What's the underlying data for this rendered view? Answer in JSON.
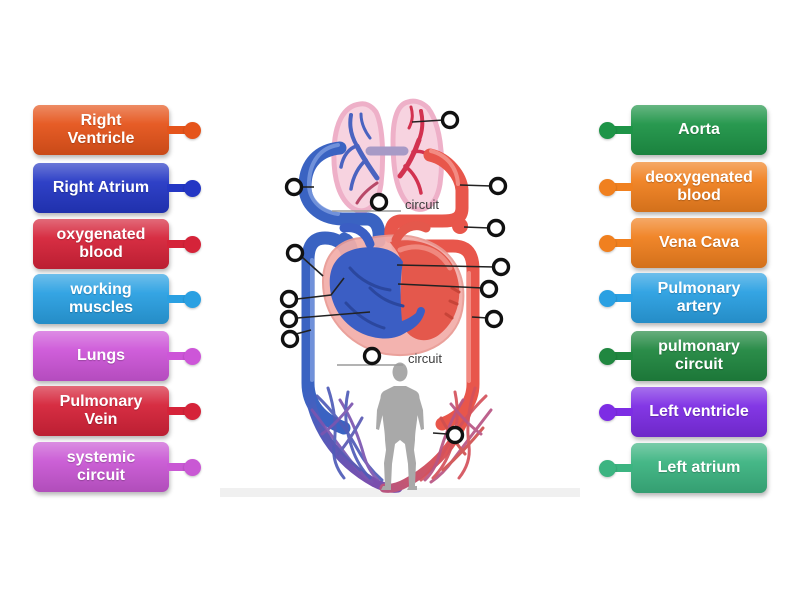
{
  "labels": {
    "left": [
      {
        "text": "Right Ventricle",
        "color": "#e5541b"
      },
      {
        "text": "Right Atrium",
        "color": "#2437c4"
      },
      {
        "text": "oxygenated blood",
        "color": "#d52339"
      },
      {
        "text": "working muscles",
        "color": "#2aa0e2"
      },
      {
        "text": "Lungs",
        "color": "#cd56d8"
      },
      {
        "text": "Pulmonary Vein",
        "color": "#d52339"
      },
      {
        "text": "systemic circuit",
        "color": "#c958d4"
      }
    ],
    "right": [
      {
        "text": "Aorta",
        "color": "#1e9447"
      },
      {
        "text": "deoxygenated blood",
        "color": "#f0801f"
      },
      {
        "text": "Vena Cava",
        "color": "#f0801f"
      },
      {
        "text": "Pulmonary artery",
        "color": "#2aa0e2"
      },
      {
        "text": "pulmonary circuit",
        "color": "#208740"
      },
      {
        "text": "Left ventricle",
        "color": "#7d2de4"
      },
      {
        "text": "Left atrium",
        "color": "#3cb481"
      }
    ]
  },
  "diagram": {
    "blank_labels": {
      "pulmonary": "circuit",
      "systemic": "circuit"
    },
    "colors": {
      "artery_red": "#e8564b",
      "vein_blue": "#3a63c2",
      "lung_pink": "#f7d3e0",
      "body_gray": "#a9a9a9"
    }
  }
}
